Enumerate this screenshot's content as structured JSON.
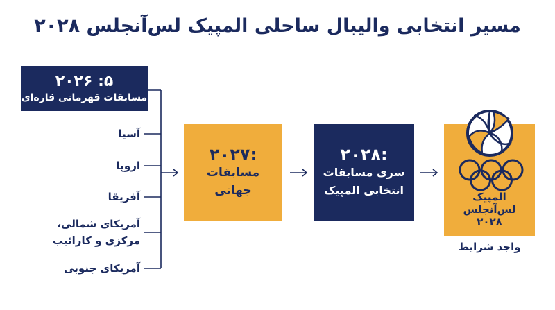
{
  "title": "مسیر انتخابی والیبال ساحلی المپیک لس‌آنجلس ۲۰۲۸",
  "stages": [
    {
      "year": "۵: ۲۰۲۶",
      "name": "مسابقات قهرمانی قاره‌ای"
    },
    {
      "year": ":۲۰۲۷",
      "line1": "مسابقات",
      "line2": "جهانی"
    },
    {
      "year": ":۲۰۲۸",
      "line1": "سری مسابقات",
      "line2": "انتخابی المپیک"
    },
    {
      "line1": "المپیک",
      "line2": "لس‌آ‌نجلس",
      "line3": "۲۰۲۸"
    }
  ],
  "regions": [
    "آسیا",
    "اروپا",
    "آفریقا",
    "آمریکای شمالی،",
    "مرکزی و کارائیب",
    "آمریکای جنوبی"
  ],
  "qualified_label": "واجد شرایط",
  "colors": {
    "navy": "#1b2a5e",
    "gold": "#f0ad3c",
    "white": "#ffffff"
  },
  "icons": [
    "arrow-icon",
    "volleyball-icon",
    "olympic-rings-icon"
  ]
}
